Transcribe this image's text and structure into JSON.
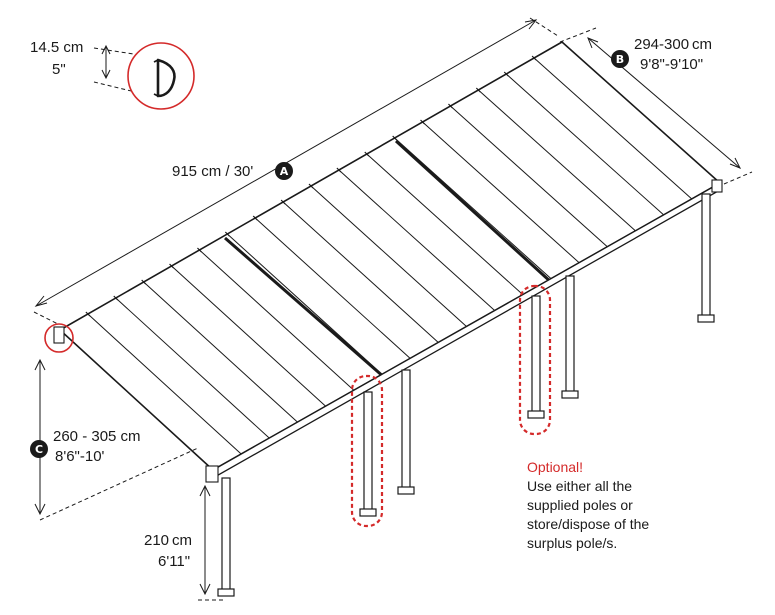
{
  "detail": {
    "dim_cm": "14.5 cm",
    "dim_in": "5\""
  },
  "dim_a": {
    "text": "915 cm / 30'",
    "badge": "A"
  },
  "dim_b": {
    "cm": "294-300 cm",
    "ft": "9'8\"-9'10\"",
    "badge": "B"
  },
  "dim_c": {
    "cm": "260 - 305 cm",
    "ft": "8'6\"-10'",
    "badge": "C"
  },
  "post_height": {
    "cm": "210 cm",
    "ft": "6'11\""
  },
  "note": {
    "title": "Optional!",
    "lines": [
      "Use either all the",
      "supplied poles or",
      "store/dispose of the",
      "surplus pole/s."
    ]
  },
  "colors": {
    "line": "#1a1a1a",
    "accent_red": "#d42a2a",
    "badge": "#1a1a1a"
  }
}
